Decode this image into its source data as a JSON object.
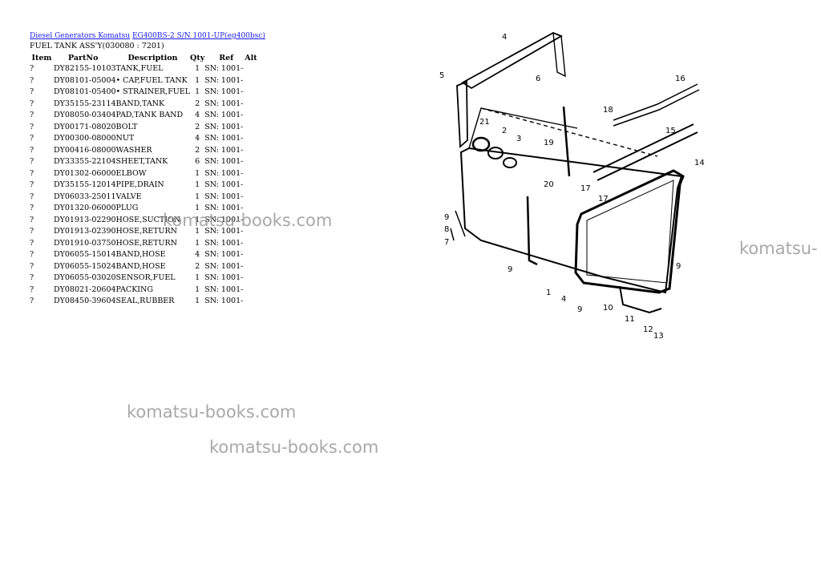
{
  "breadcrumb": {
    "link1": "Diesel Generators Komatsu",
    "link2": "EG400BS-2 S/N 1001-UP(eg400bsc)"
  },
  "subtitle": "FUEL TANK ASS'Y(030080 : 7201)",
  "table": {
    "headers": [
      "Item",
      "PartNo",
      "Description",
      "Qty",
      "Ref",
      "Alt"
    ],
    "rows": [
      [
        "?",
        "DY82155-10103",
        "TANK,FUEL",
        "1",
        "SN: 1001-",
        ""
      ],
      [
        "?",
        "DY08101-05004",
        "• CAP,FUEL TANK",
        "1",
        "SN: 1001-",
        ""
      ],
      [
        "?",
        "DY08101-05400",
        "• STRAINER,FUEL",
        "1",
        "SN: 1001-",
        ""
      ],
      [
        "?",
        "DY35155-23114",
        "BAND,TANK",
        "2",
        "SN: 1001-",
        ""
      ],
      [
        "?",
        "DY08050-03404",
        "PAD,TANK BAND",
        "4",
        "SN: 1001-",
        ""
      ],
      [
        "?",
        "DY00171-08020",
        "BOLT",
        "2",
        "SN: 1001-",
        ""
      ],
      [
        "?",
        "DY00300-08000",
        "NUT",
        "4",
        "SN: 1001-",
        ""
      ],
      [
        "?",
        "DY00416-08000",
        "WASHER",
        "2",
        "SN: 1001-",
        ""
      ],
      [
        "?",
        "DY33355-22104",
        "SHEET,TANK",
        "6",
        "SN: 1001-",
        ""
      ],
      [
        "?",
        "DY01302-06000",
        "ELBOW",
        "1",
        "SN: 1001-",
        ""
      ],
      [
        "?",
        "DY35155-12014",
        "PIPE,DRAIN",
        "1",
        "SN: 1001-",
        ""
      ],
      [
        "?",
        "DY06033-25011",
        "VALVE",
        "1",
        "SN: 1001-",
        ""
      ],
      [
        "?",
        "DY01320-06000",
        "PLUG",
        "1",
        "SN: 1001-",
        ""
      ],
      [
        "?",
        "DY01913-02290",
        "HOSE,SUCTION",
        "1",
        "SN: 1001-",
        ""
      ],
      [
        "?",
        "DY01913-02390",
        "HOSE,RETURN",
        "1",
        "SN: 1001-",
        ""
      ],
      [
        "?",
        "DY01910-03750",
        "HOSE,RETURN",
        "1",
        "SN: 1001-",
        ""
      ],
      [
        "?",
        "DY06055-15014",
        "BAND,HOSE",
        "4",
        "SN: 1001-",
        ""
      ],
      [
        "?",
        "DY06055-15024",
        "BAND,HOSE",
        "2",
        "SN: 1001-",
        ""
      ],
      [
        "?",
        "DY06055-03020",
        "SENSOR,FUEL",
        "1",
        "SN: 1001-",
        ""
      ],
      [
        "?",
        "DY08021-20604",
        "PACKING",
        "1",
        "SN: 1001-",
        ""
      ],
      [
        "?",
        "DY08450-39604",
        "SEAL,RUBBER",
        "1",
        "SN: 1001-",
        ""
      ]
    ]
  },
  "watermarks": [
    "komatsu-books.com",
    "komatsu-",
    "komatsu-books.com",
    "komatsu-books.com"
  ],
  "diagram_callouts": [
    "4",
    "5",
    "6",
    "16",
    "18",
    "21",
    "2",
    "3",
    "19",
    "15",
    "14",
    "20",
    "17",
    "17",
    "9",
    "8",
    "7",
    "9",
    "9",
    "1",
    "4",
    "9",
    "10",
    "11",
    "12",
    "13"
  ],
  "colors": {
    "link": "#1a1aee",
    "watermark": "#9a9a9a"
  }
}
